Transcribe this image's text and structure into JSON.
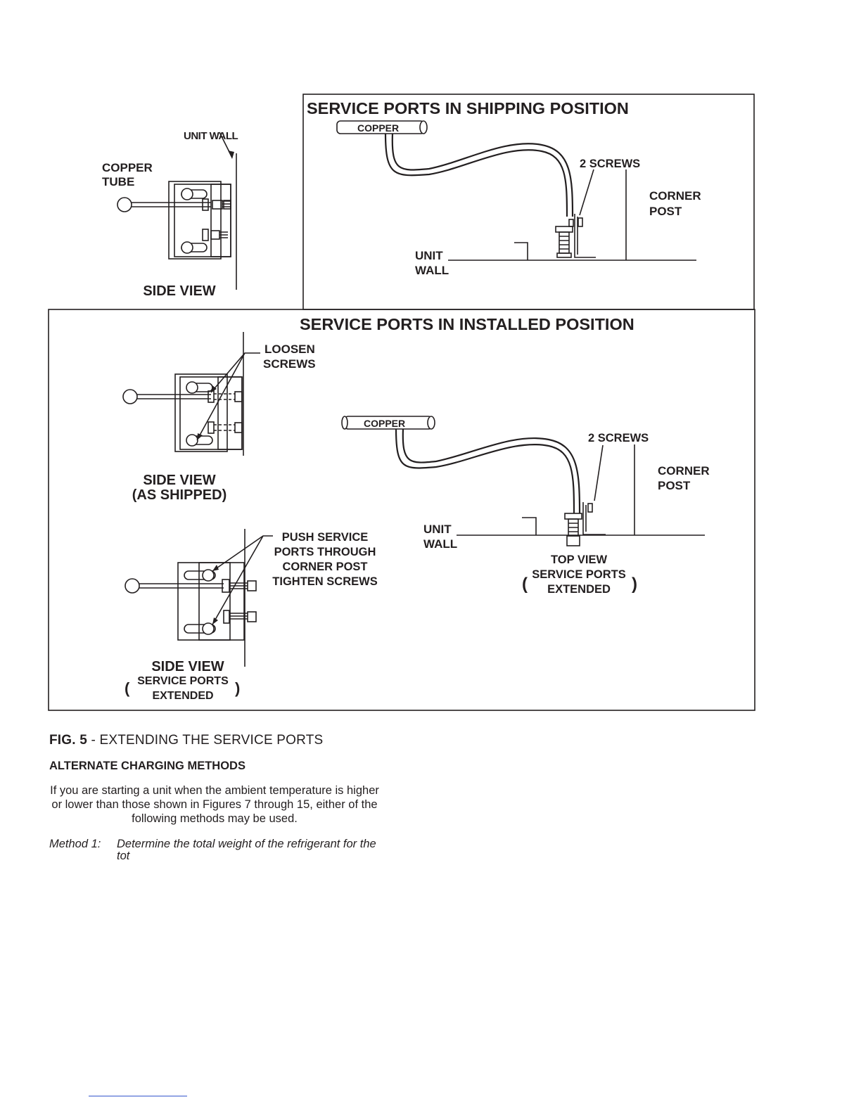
{
  "figure": {
    "shipping": {
      "title": "SERVICE PORTS IN SHIPPING POSITION",
      "copper": "COPPER",
      "screws": "2 SCREWS",
      "corner_post": [
        "CORNER",
        "POST"
      ],
      "unit_wall": [
        "UNIT",
        "WALL"
      ]
    },
    "side_view_top": {
      "unit_wall": "UNIT WALL",
      "copper_tube": [
        "COPPER",
        "TUBE"
      ],
      "title": "SIDE VIEW"
    },
    "installed": {
      "title": "SERVICE PORTS IN INSTALLED POSITION",
      "loosen_screws": [
        "LOOSEN",
        "SCREWS"
      ],
      "side_view_shipped": [
        "SIDE VIEW",
        "(AS SHIPPED)"
      ],
      "push_note": [
        "PUSH SERVICE",
        "PORTS THROUGH",
        "CORNER POST",
        "TIGHTEN SCREWS"
      ],
      "side_view_extended": {
        "title": "SIDE VIEW",
        "sub": [
          "SERVICE PORTS",
          "EXTENDED"
        ]
      },
      "copper": "COPPER",
      "screws": "2 SCREWS",
      "corner_post": [
        "CORNER",
        "POST"
      ],
      "unit_wall": [
        "UNIT",
        "WALL"
      ],
      "top_view": {
        "title": "TOP VIEW",
        "sub": [
          "SERVICE PORTS",
          "EXTENDED"
        ]
      }
    }
  },
  "caption": {
    "fig_label": "FIG. 5",
    "fig_text": " - EXTENDING THE SERVICE PORTS"
  },
  "section": {
    "heading": "ALTERNATE CHARGING METHODS",
    "paragraph": "If you are starting a unit when the ambient temperature is higher or lower than those shown in Figures 7 through 15, either of the following methods may be used.",
    "method_label": "Method 1:",
    "method_text": "Determine the total weight of the refrigerant for the tot"
  }
}
